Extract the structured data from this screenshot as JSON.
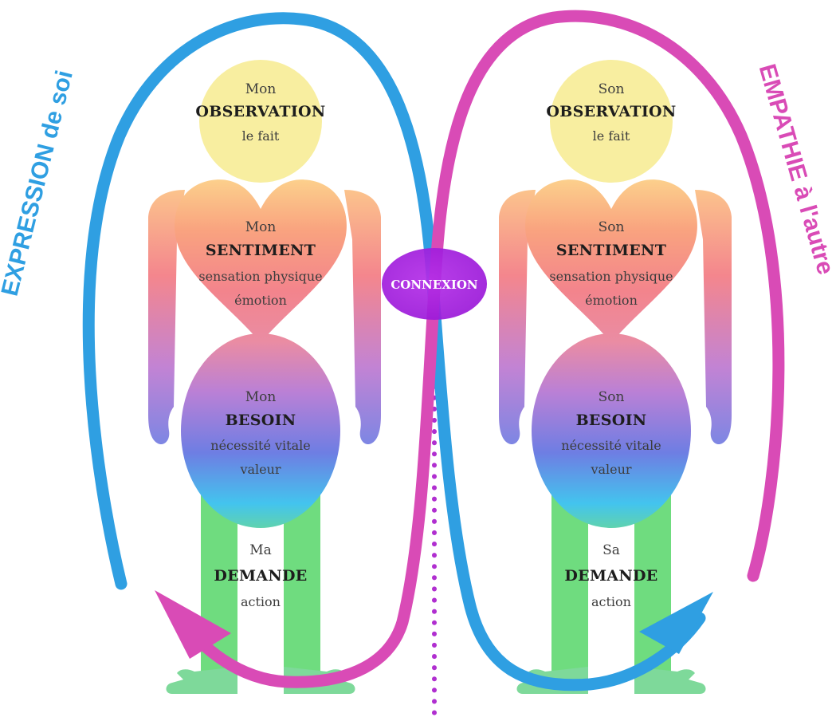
{
  "labels": {
    "left_side": "EXPRESSION de soi",
    "right_side": "EMPATHIE à l'autre",
    "center": "CONNEXION"
  },
  "left_person": {
    "observation": {
      "word": "Mon",
      "key": "OBSERVATION",
      "sub": "le fait"
    },
    "sentiment": {
      "word": "Mon",
      "key": "SENTIMENT",
      "sub1": "sensation physique",
      "sub2": "émotion"
    },
    "besoin": {
      "word": "Mon",
      "key": "BESOIN",
      "sub1": "nécessité vitale",
      "sub2": "valeur"
    },
    "demande": {
      "word": "Ma",
      "key": "DEMANDE",
      "sub": "action"
    }
  },
  "right_person": {
    "observation": {
      "word": "Son",
      "key": "OBSERVATION",
      "sub": "le fait"
    },
    "sentiment": {
      "word": "Son",
      "key": "SENTIMENT",
      "sub1": "sensation physique",
      "sub2": "émotion"
    },
    "besoin": {
      "word": "Son",
      "key": "BESOIN",
      "sub1": "nécessité vitale",
      "sub2": "valeur"
    },
    "demande": {
      "word": "Sa",
      "key": "DEMANDE",
      "sub": "action"
    }
  },
  "colors": {
    "blue_loop": "#2f9fe2",
    "pink_loop": "#d94bb6",
    "connexion_fill": "#a51ee0",
    "head_yellow": "#f8eea0",
    "heart_top": "#fbc88c",
    "heart_bottom": "#f47f8f",
    "belly_top": "#c77bd6",
    "belly_mid": "#6c7fe3",
    "belly_bottom": "#3fc6ee",
    "legs_green": "#6fdc7f",
    "divider_dots": "#b02fd0"
  }
}
